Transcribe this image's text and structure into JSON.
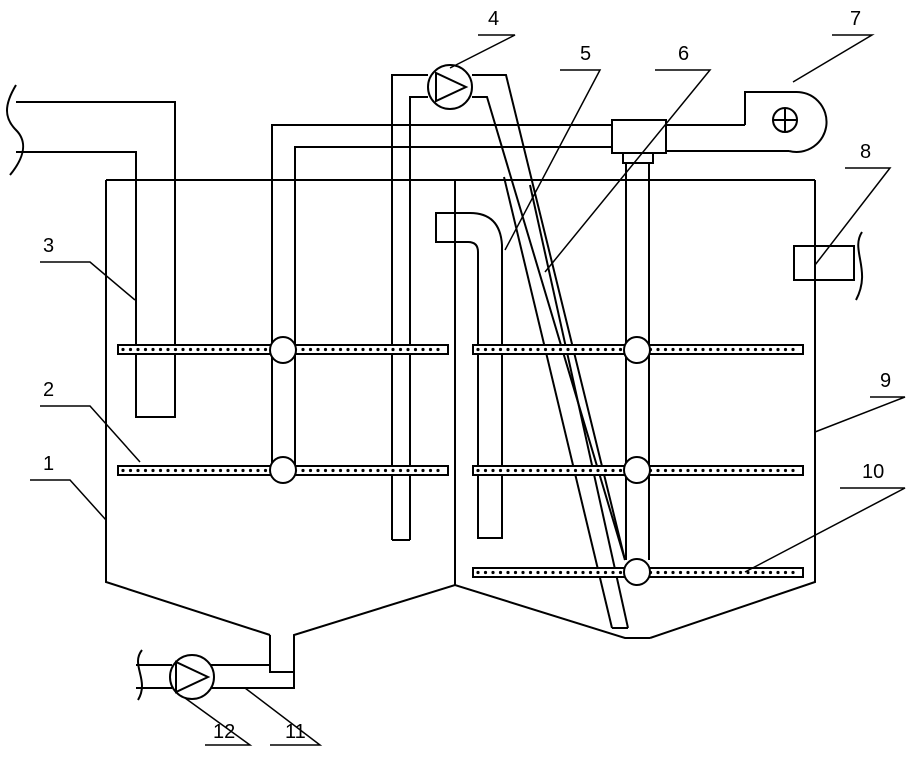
{
  "labels": {
    "l1": "1",
    "l2": "2",
    "l3": "3",
    "l4": "4",
    "l5": "5",
    "l6": "6",
    "l7": "7",
    "l8": "8",
    "l9": "9",
    "l10": "10",
    "l11": "11",
    "l12": "12"
  },
  "colors": {
    "line": "#000000",
    "background": "#ffffff"
  },
  "icons": {
    "pump_top": "pump-icon",
    "pump_bottom": "pump-icon",
    "blower": "blower-icon"
  }
}
